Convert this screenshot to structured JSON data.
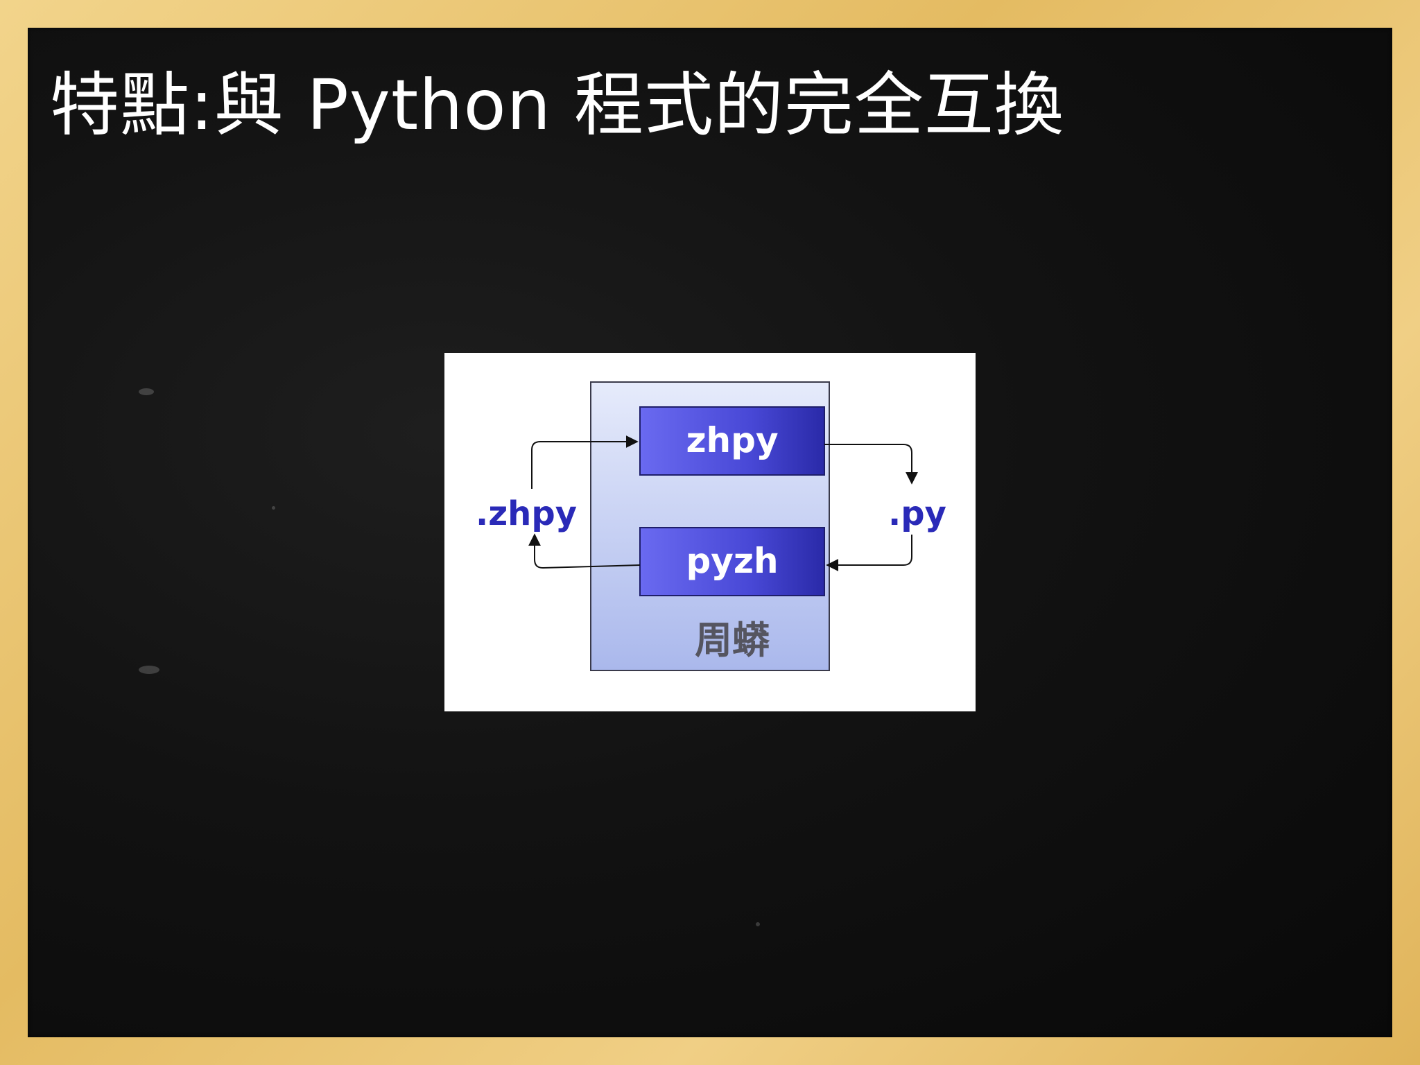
{
  "slide": {
    "title": "特點:與 Python 程式的完全互換"
  },
  "diagram": {
    "converter_top": "zhpy",
    "converter_bottom": "pyzh",
    "container_label": "周蟒",
    "left_extension": ".zhpy",
    "right_extension": ".py"
  },
  "colors": {
    "frame": "#e9c46a",
    "board": "#121212",
    "box_fill": "#4a4ad8",
    "container_fill": "#c9d3f4",
    "extension_text": "#2a2ab8"
  }
}
